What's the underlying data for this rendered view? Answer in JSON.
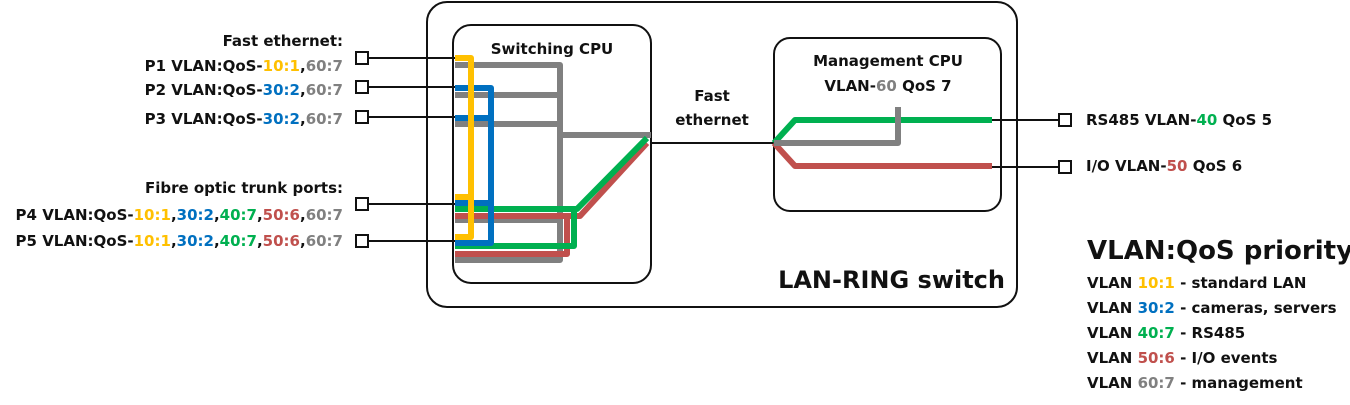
{
  "colors": {
    "vlan10": "#FFC000",
    "vlan30": "#0070C0",
    "vlan40": "#00B050",
    "vlan50": "#C0504D",
    "vlan60": "#808080",
    "line": "#111111"
  },
  "left_ports": {
    "fast_ethernet_heading": "Fast ethernet:",
    "fibre_heading": "Fibre optic trunk ports:",
    "ports": [
      {
        "name": "P1",
        "prefix": "P1 VLAN:QoS-",
        "vlans": [
          {
            "text": "10:1",
            "color": "vlan10"
          },
          {
            "text": "60:7",
            "color": "vlan60"
          }
        ]
      },
      {
        "name": "P2",
        "prefix": "P2 VLAN:QoS-",
        "vlans": [
          {
            "text": "30:2",
            "color": "vlan30"
          },
          {
            "text": "60:7",
            "color": "vlan60"
          }
        ]
      },
      {
        "name": "P3",
        "prefix": "P3 VLAN:QoS-",
        "vlans": [
          {
            "text": "30:2",
            "color": "vlan30"
          },
          {
            "text": "60:7",
            "color": "vlan60"
          }
        ]
      },
      {
        "name": "P4",
        "prefix": "P4 VLAN:QoS-",
        "vlans": [
          {
            "text": "10:1",
            "color": "vlan10"
          },
          {
            "text": "30:2",
            "color": "vlan30"
          },
          {
            "text": "40:7",
            "color": "vlan40"
          },
          {
            "text": "50:6",
            "color": "vlan50"
          },
          {
            "text": "60:7",
            "color": "vlan60"
          }
        ]
      },
      {
        "name": "P5",
        "prefix": "P5 VLAN:QoS-",
        "vlans": [
          {
            "text": "10:1",
            "color": "vlan10"
          },
          {
            "text": "30:2",
            "color": "vlan30"
          },
          {
            "text": "40:7",
            "color": "vlan40"
          },
          {
            "text": "50:6",
            "color": "vlan50"
          },
          {
            "text": "60:7",
            "color": "vlan60"
          }
        ]
      }
    ]
  },
  "switch": {
    "title": "LAN-RING switch",
    "switching_cpu": "Switching CPU",
    "link_label_line1": "Fast",
    "link_label_line2": "ethernet",
    "management_cpu": {
      "title": "Management CPU",
      "vlan_prefix": "VLAN-",
      "vlan": "60",
      "qos": " QoS 7"
    }
  },
  "right_ports": [
    {
      "prefix": "RS485 VLAN-",
      "vlan": "40",
      "color": "vlan40",
      "suffix": " QoS 5"
    },
    {
      "prefix": "I/O VLAN-",
      "vlan": "50",
      "color": "vlan50",
      "suffix": " QoS 6"
    }
  ],
  "legend": {
    "title": "VLAN:QoS priority",
    "items": [
      {
        "prefix": "VLAN ",
        "code": "10:1",
        "color": "vlan10",
        "desc": " - standard LAN"
      },
      {
        "prefix": "VLAN ",
        "code": "30:2",
        "color": "vlan30",
        "desc": " - cameras, servers"
      },
      {
        "prefix": "VLAN ",
        "code": "40:7",
        "color": "vlan40",
        "desc": " - RS485"
      },
      {
        "prefix": "VLAN ",
        "code": "50:6",
        "color": "vlan50",
        "desc": " - I/O events"
      },
      {
        "prefix": "VLAN ",
        "code": "60:7",
        "color": "vlan60",
        "desc": " - management"
      }
    ]
  }
}
